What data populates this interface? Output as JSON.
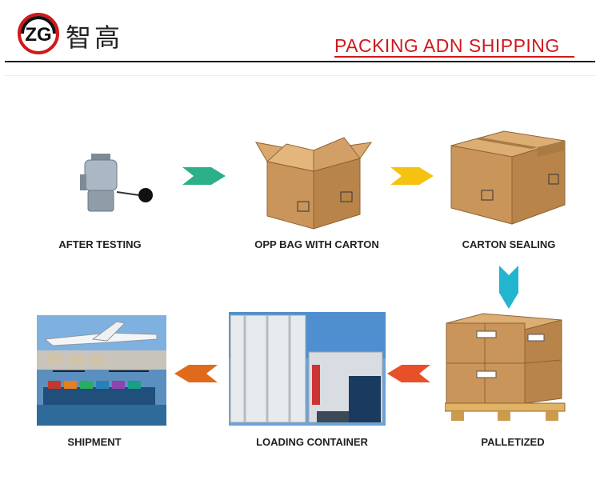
{
  "header": {
    "logo_text": "ZG",
    "brand_chinese": "智高",
    "title": "PACKING ADN SHIPPING"
  },
  "steps": [
    {
      "label": "AFTER TESTING"
    },
    {
      "label": "OPP BAG WITH CARTON"
    },
    {
      "label": "CARTON SEALING"
    },
    {
      "label": "PALLETIZED"
    },
    {
      "label": "LOADING CONTAINER"
    },
    {
      "label": "SHIPMENT"
    }
  ],
  "colors": {
    "title": "#d0181c",
    "arrow_green": "#2bb08a",
    "arrow_yellow": "#f5c20f",
    "arrow_cyan": "#22b5cf",
    "arrow_red": "#e8502a",
    "arrow_orange": "#e06a1c",
    "carton": "#c9955a"
  }
}
